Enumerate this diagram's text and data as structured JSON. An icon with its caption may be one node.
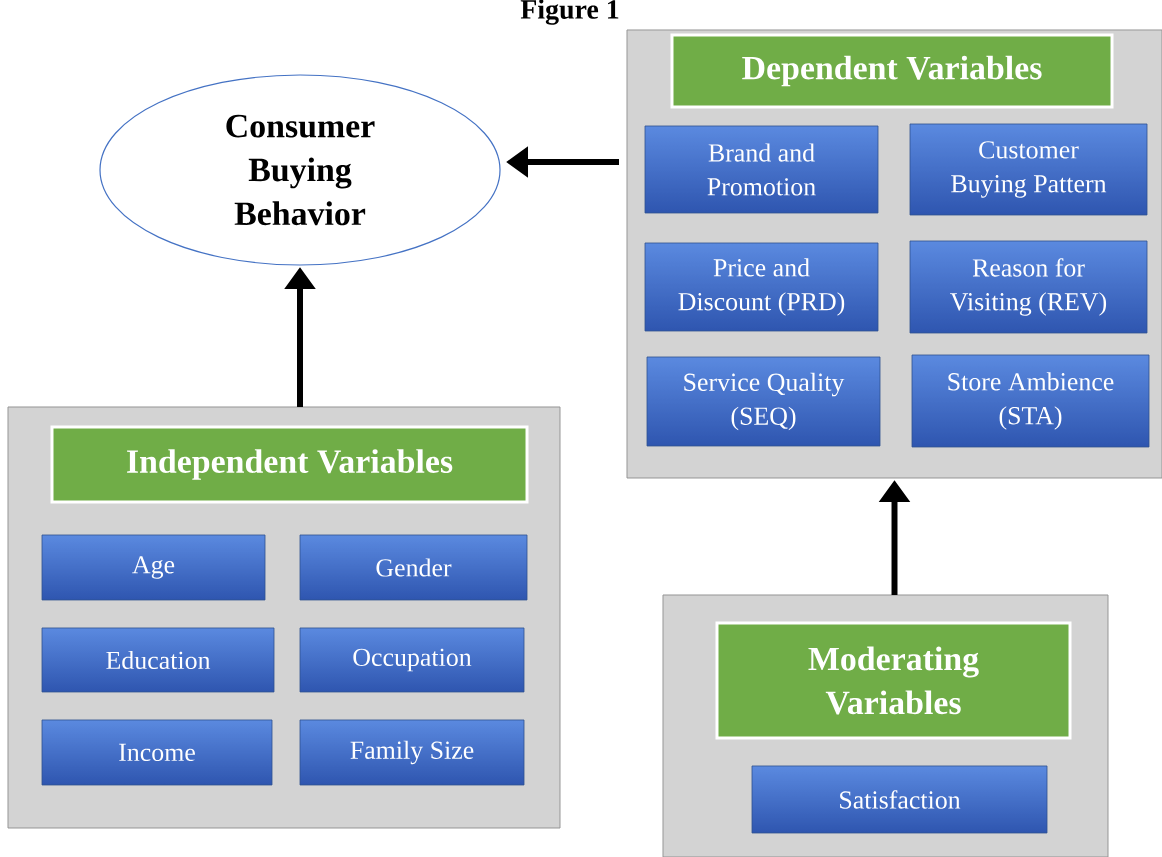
{
  "diagram": {
    "title": "Figure 1",
    "nodes": [
      {
        "text": [
          "Consumer Buying Behavior"
        ]
      },
      {
        "text": [],
        "shape": "box"
      },
      {
        "text": [
          "Dependent Variables"
        ],
        "in": 1
      },
      {
        "text": [
          "Brand and Promotion"
        ],
        "in": 1
      },
      {
        "text": [
          "Customer Buying Pattern"
        ],
        "in": 1
      },
      {
        "text": [
          "Price and Discount (PRD)"
        ],
        "in": 1
      },
      {
        "text": [
          "Reason for Visiting (REV)"
        ],
        "in": 1
      },
      {
        "text": [
          "Service Quality (SEQ)"
        ],
        "in": 1
      },
      {
        "text": [
          "Store Ambience (STA)"
        ],
        "in": 1
      },
      {
        "text": [],
        "shape": "box"
      },
      {
        "text": [
          "Independent Variables"
        ],
        "in": 9
      },
      {
        "text": [
          "Age"
        ],
        "in": 9
      },
      {
        "text": [
          "Gender"
        ],
        "in": 9
      },
      {
        "text": [
          "Education"
        ],
        "in": 9
      },
      {
        "text": [
          "Occupation"
        ],
        "in": 9
      },
      {
        "text": [
          "Income"
        ],
        "in": 9
      },
      {
        "text": [
          "Family Size"
        ],
        "in": 9
      },
      {
        "text": [],
        "shape": "box"
      },
      {
        "text": [
          "Moderating Variables"
        ],
        "in": 17
      },
      {
        "text": [
          "Satisfaction"
        ],
        "in": 17
      }
    ],
    "edges": [
      {
        "from": 1,
        "to": 0,
        "arrow": "to"
      },
      {
        "from": 9,
        "to": 0,
        "arrow": "to"
      },
      {
        "from": 17,
        "to": 1,
        "arrow": "to"
      }
    ]
  }
}
